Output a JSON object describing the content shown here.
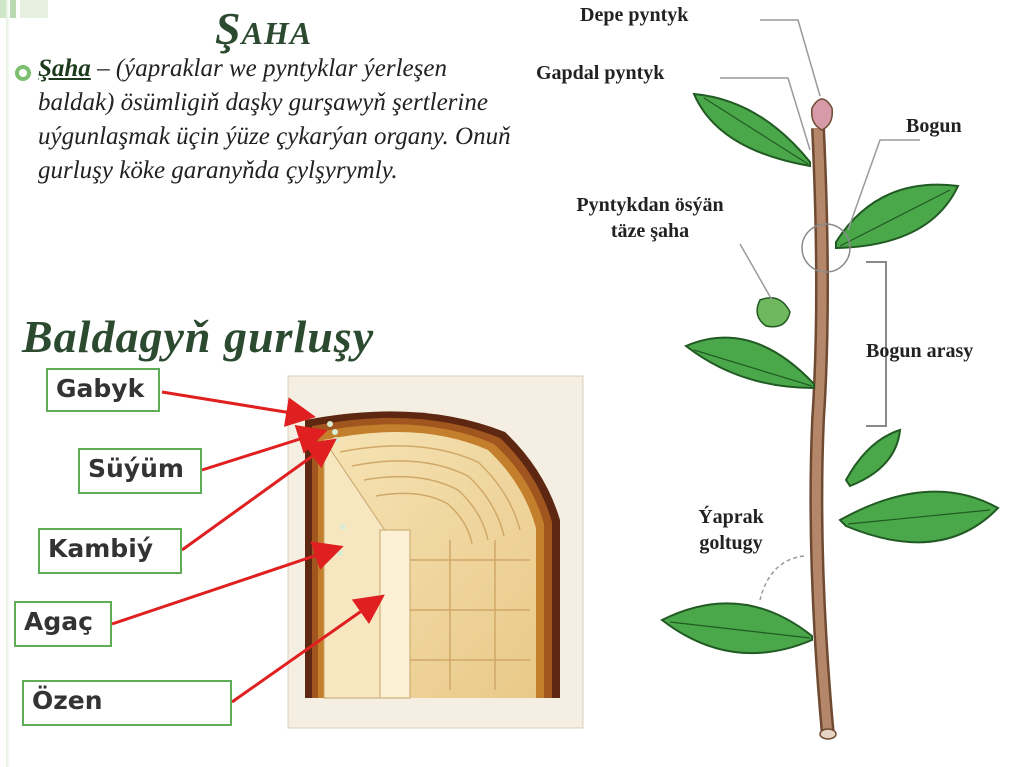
{
  "title": "Şaha",
  "intro": {
    "term": "Şaha",
    "dash": " –",
    "text": "(ýapraklar we pyntyklar ýerleşen baldak) ösümligiň daşky gurşawyň şertlerine uýgunlaşmak üçin ýüze çykarýan organy. Onuň gurluşy köke garanyňda çylşyrymly."
  },
  "subtitle": "Baldagyň gurluşy",
  "cross_section_labels": [
    "Gabyk",
    "Süýüm",
    "Kambiý",
    "Agaç",
    "Özen"
  ],
  "stem_labels": {
    "depe_pyntyk": "Depe pyntyk",
    "gapdal_pyntyk": "Gapdal pyntyk",
    "bogun": "Bogun",
    "pyntykdan_line1": "Pyntykdan ösýän",
    "pyntykdan_line2": "täze şaha",
    "bogun_arasy": "Bogun arasy",
    "yaprak_line1": "Ýaprak",
    "yaprak_line2": "goltugy"
  },
  "colors": {
    "heading": "#2c4a30",
    "box_border": "#5fae57",
    "arrow": "#e02020",
    "leaf": "#3f9a3a",
    "stem": "#9b6b4b",
    "bark": "#7a3b1c",
    "wood": "#f3d9a3"
  }
}
